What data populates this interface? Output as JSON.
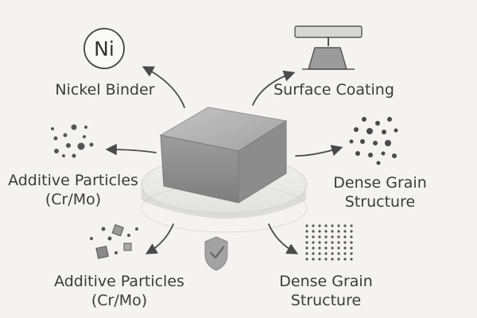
{
  "center": {
    "object": "grey-block-on-pedestal"
  },
  "nodes": {
    "nickel_binder": {
      "icon_text": "Ni",
      "label": "Nickel Binder",
      "icon": "ni-badge-icon"
    },
    "surface_coating": {
      "label": "Surface Coating",
      "icon": "coating-press-icon"
    },
    "additive_left": {
      "line1": "Additive Particles",
      "line2": "(Cr/Mo)",
      "icon": "particle-cluster-icon"
    },
    "dense_right": {
      "line1": "Dense Grain",
      "line2": "Structure",
      "icon": "dot-cloud-icon"
    },
    "additive_bottom": {
      "line1": "Additive Particles",
      "line2": "(Cr/Mo)",
      "icon": "cube-particles-icon"
    },
    "dense_bottom": {
      "line1": "Dense Grain",
      "line2": "Structure",
      "icon": "dot-grid-icon"
    },
    "shield": {
      "icon": "shield-check-icon"
    }
  },
  "colors": {
    "background": "#f4f3f0",
    "ink": "#3b3b3b",
    "block_top": "#a9a9a9",
    "block_side": "#8a8a8a",
    "pedestal": "#e6e6e4"
  }
}
